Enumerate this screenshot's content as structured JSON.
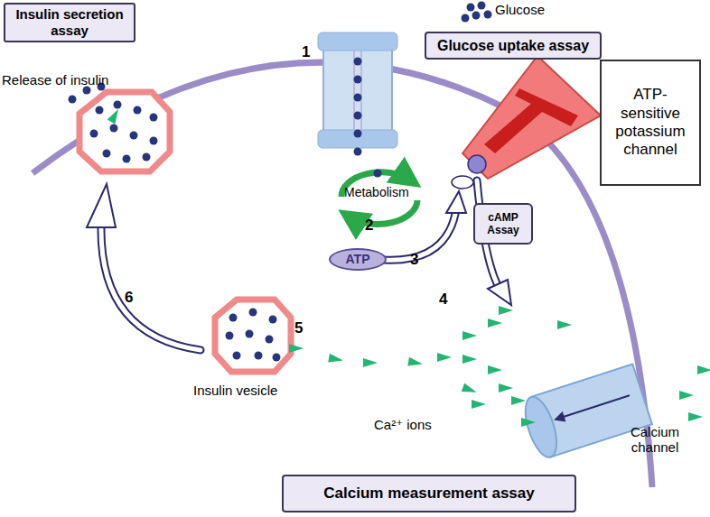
{
  "diagram": {
    "nodes": [
      {
        "text": [
          "Insulin secretion assay"
        ]
      },
      {
        "text": [
          "Glucose uptake assay"
        ]
      },
      {
        "text": [
          "ATP-sensitive potassium channel"
        ]
      },
      {
        "text": [
          "cAMP Assay"
        ]
      },
      {
        "text": [
          "ATP"
        ]
      },
      {
        "text": [
          "Calcium measurement assay"
        ]
      }
    ],
    "labels": [
      "Glucose",
      "Release of insulin",
      "Metabolism",
      "Insulin vesicle",
      "Ca²⁺ ions",
      "Calcium channel",
      "1",
      "2",
      "3",
      "4",
      "5",
      "6"
    ]
  }
}
